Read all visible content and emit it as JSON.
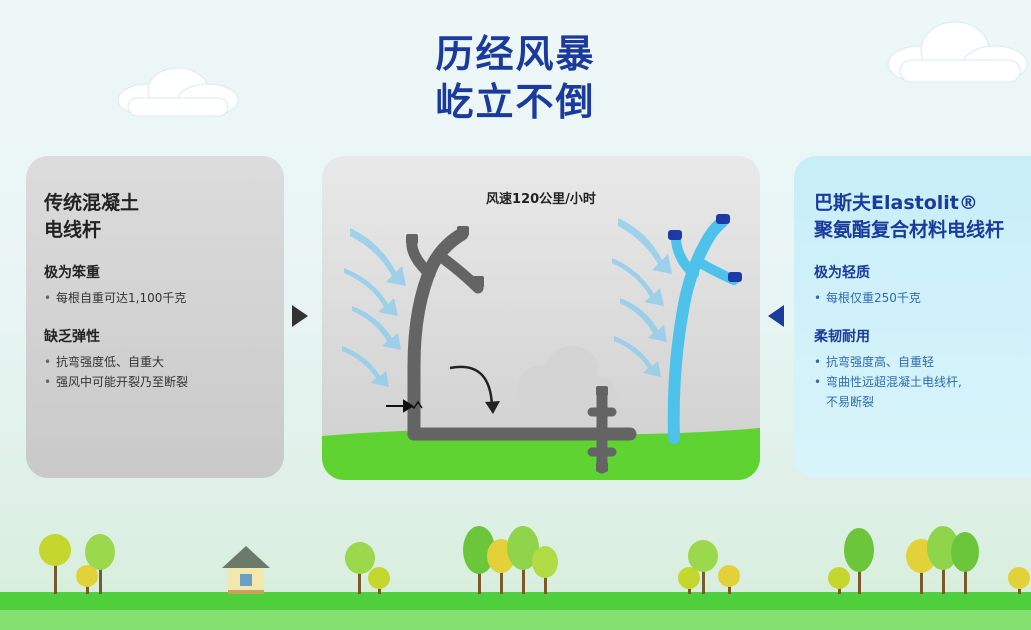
{
  "title": {
    "line1": "历经风暴",
    "line2": "屹立不倒"
  },
  "left_card": {
    "heading": "传统混凝土\n电线杆",
    "sections": [
      {
        "title": "极为笨重",
        "bullets": [
          "每根自重可达1,100千克"
        ]
      },
      {
        "title": "缺乏弹性",
        "bullets": [
          "抗弯强度低、自重大",
          "强风中可能开裂乃至断裂"
        ]
      }
    ]
  },
  "middle_card": {
    "wind_label": "风速120公里/小时"
  },
  "right_card": {
    "heading": "巴斯夫Elastolit®\n聚氨酯复合材料电线杆",
    "sections": [
      {
        "title": "极为轻质",
        "bullets": [
          "每根仅重250千克"
        ]
      },
      {
        "title": "柔韧耐用",
        "bullets": [
          "抗弯强度高、自重轻",
          "弯曲性远超混凝土电线杆,\n不易断裂"
        ]
      }
    ]
  },
  "colors": {
    "title_blue": "#1a3b9c",
    "concrete_pole": "#646464",
    "composite_pole": "#4fc2ec",
    "pole_cap": "#1c3aa8",
    "grass": "#5fd332",
    "ground_strip": "#4fcf3c",
    "wind_arrows": "#7fc6ea"
  },
  "icons": {
    "house": "house-icon",
    "trees": "tree-icon",
    "clouds": "cloud-icon",
    "wind": "wind-arrow-icon",
    "fall_arrow": "curved-arrow-icon",
    "crack": "crack-arrow-icon"
  }
}
